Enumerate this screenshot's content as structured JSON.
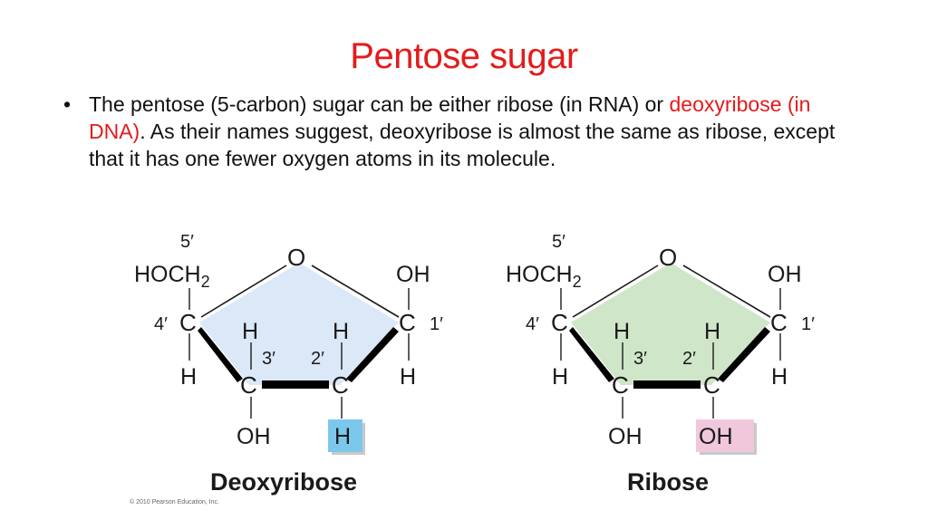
{
  "slide": {
    "title": "Pentose sugar",
    "bullet": {
      "marker": "•",
      "part1": "The pentose (5-carbon) sugar can be either ribose (in RNA) or ",
      "highlight": "deoxyribose (in DNA)",
      "part2": ". As their names suggest, deoxyribose is almost the same as ribose, except that it has one fewer oxygen atoms in its molecule."
    }
  },
  "colors": {
    "title": "#e31b1b",
    "deoxyribose_ring": "#dbe8f7",
    "ribose_ring": "#cfe6c8",
    "deoxyribose_highlight": "#7cc8ec",
    "ribose_highlight": "#f1c7dc"
  },
  "molecules": {
    "deoxyribose": {
      "name": "Deoxyribose",
      "c5_label": "5′",
      "c5_group": "HOCH",
      "c5_sub": "2",
      "ring_o": "O",
      "c1_group": "OH",
      "c4_pos": "4′",
      "c4_atom": "C",
      "c4_h": "H",
      "c3_h_top": "H",
      "c3_pos": "3′",
      "c3_atom": "C",
      "c3_group": "OH",
      "c2_h_top": "H",
      "c2_pos": "2′",
      "c2_atom": "C",
      "c2_group": "H",
      "c1_atom": "C",
      "c1_pos": "1′",
      "c1_h": "H"
    },
    "ribose": {
      "name": "Ribose",
      "c5_label": "5′",
      "c5_group": "HOCH",
      "c5_sub": "2",
      "ring_o": "O",
      "c1_group": "OH",
      "c4_pos": "4′",
      "c4_atom": "C",
      "c4_h": "H",
      "c3_h_top": "H",
      "c3_pos": "3′",
      "c3_atom": "C",
      "c3_group": "OH",
      "c2_h_top": "H",
      "c2_pos": "2′",
      "c2_atom": "C",
      "c2_group": "OH",
      "c1_atom": "C",
      "c1_pos": "1′",
      "c1_h": "H"
    }
  },
  "credit": "© 2010 Pearson Education, Inc."
}
